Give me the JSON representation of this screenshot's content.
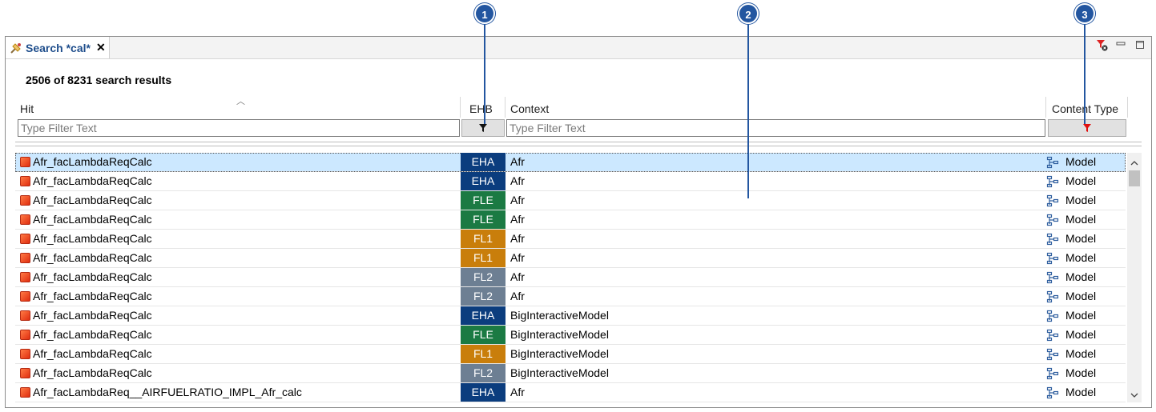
{
  "callouts": [
    "1",
    "2",
    "3"
  ],
  "tab": {
    "title": "Search *cal*",
    "close": "✕"
  },
  "result_count": "2506 of 8231 search results",
  "columns": {
    "hit": "Hit",
    "ehb": "EHB",
    "context": "Context",
    "content_type": "Content Type"
  },
  "filters": {
    "hit_placeholder": "Type Filter Text",
    "context_placeholder": "Type Filter Text"
  },
  "colors": {
    "EHA": "#0b3d7e",
    "FLE": "#1b7a43",
    "FL1": "#c97e0b",
    "FL2": "#6d7f93"
  },
  "rows": [
    {
      "hit": "Afr_facLambdaReqCalc",
      "ehb": "EHA",
      "context": "Afr",
      "content_type": "Model"
    },
    {
      "hit": "Afr_facLambdaReqCalc",
      "ehb": "EHA",
      "context": "Afr",
      "content_type": "Model"
    },
    {
      "hit": "Afr_facLambdaReqCalc",
      "ehb": "FLE",
      "context": "Afr",
      "content_type": "Model"
    },
    {
      "hit": "Afr_facLambdaReqCalc",
      "ehb": "FLE",
      "context": "Afr",
      "content_type": "Model"
    },
    {
      "hit": "Afr_facLambdaReqCalc",
      "ehb": "FL1",
      "context": "Afr",
      "content_type": "Model"
    },
    {
      "hit": "Afr_facLambdaReqCalc",
      "ehb": "FL1",
      "context": "Afr",
      "content_type": "Model"
    },
    {
      "hit": "Afr_facLambdaReqCalc",
      "ehb": "FL2",
      "context": "Afr",
      "content_type": "Model"
    },
    {
      "hit": "Afr_facLambdaReqCalc",
      "ehb": "FL2",
      "context": "Afr",
      "content_type": "Model"
    },
    {
      "hit": "Afr_facLambdaReqCalc",
      "ehb": "EHA",
      "context": "BigInteractiveModel",
      "content_type": "Model"
    },
    {
      "hit": "Afr_facLambdaReqCalc",
      "ehb": "FLE",
      "context": "BigInteractiveModel",
      "content_type": "Model"
    },
    {
      "hit": "Afr_facLambdaReqCalc",
      "ehb": "FL1",
      "context": "BigInteractiveModel",
      "content_type": "Model"
    },
    {
      "hit": "Afr_facLambdaReqCalc",
      "ehb": "FL2",
      "context": "BigInteractiveModel",
      "content_type": "Model"
    },
    {
      "hit": "Afr_facLambdaReq__AIRFUELRATIO_IMPL_Afr_calc",
      "ehb": "EHA",
      "context": "Afr",
      "content_type": "Model"
    }
  ]
}
